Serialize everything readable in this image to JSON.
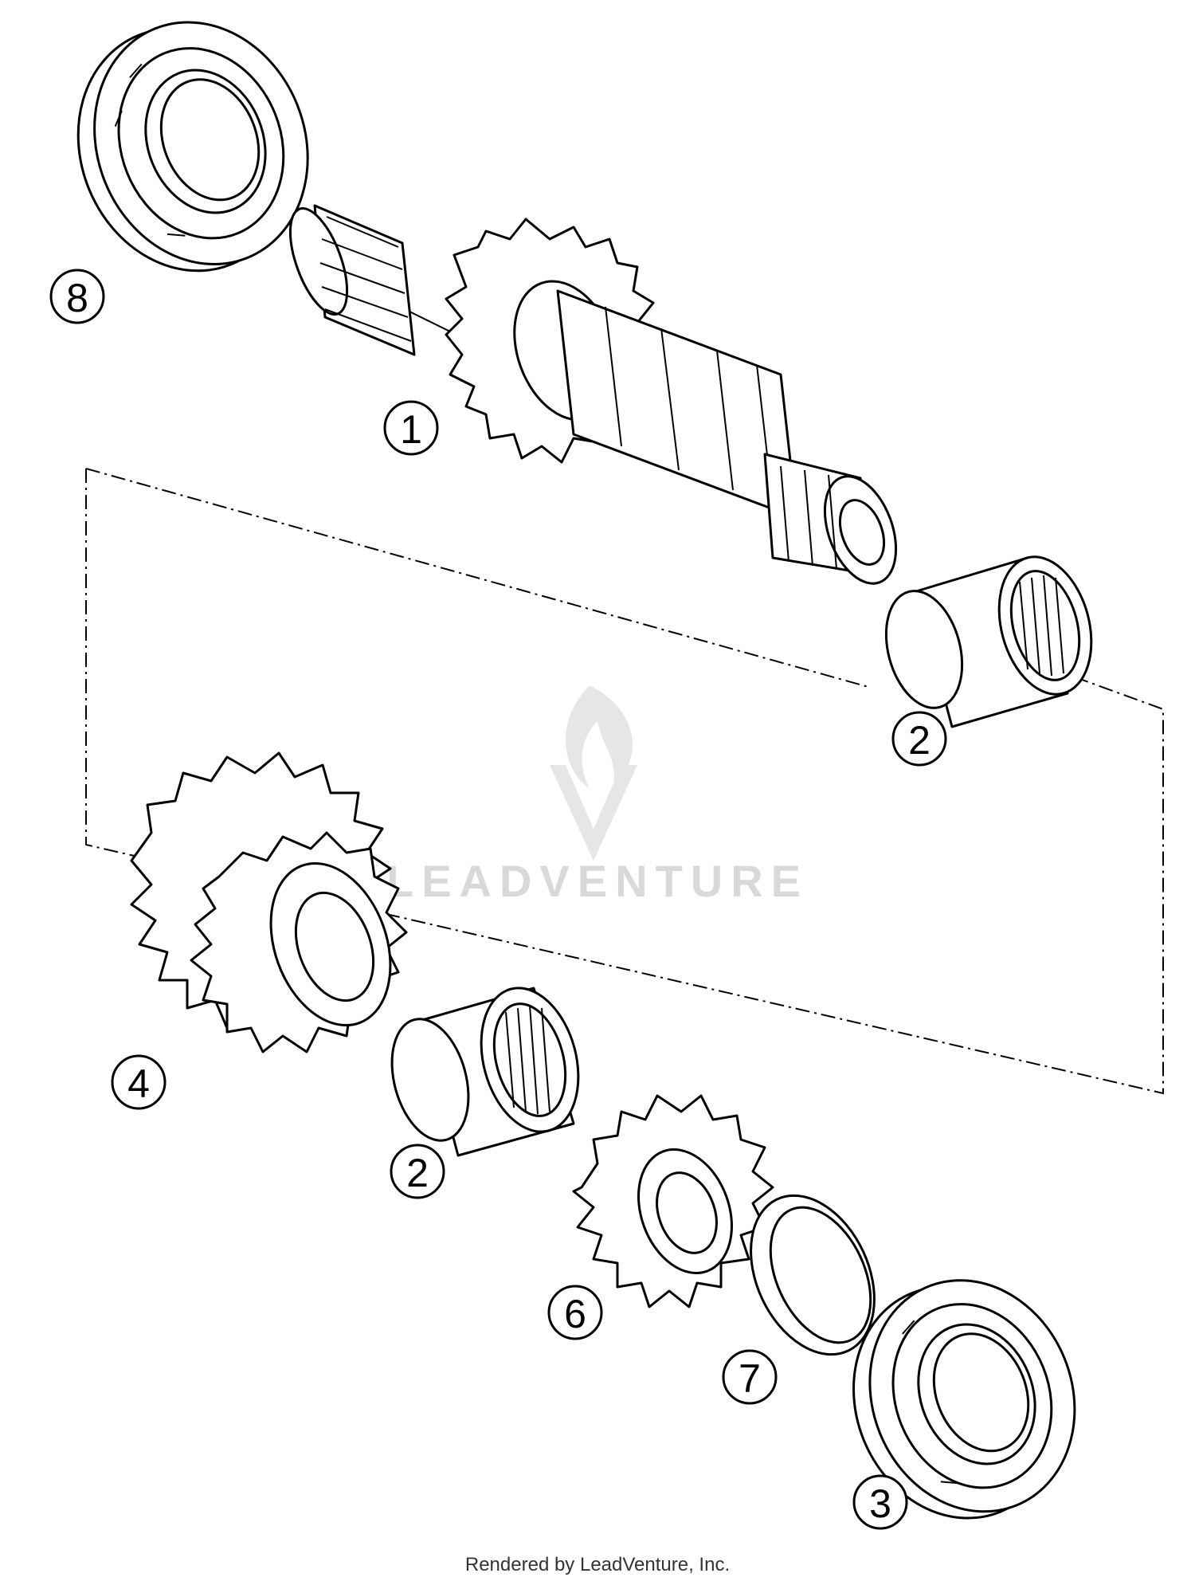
{
  "watermark": {
    "text": "LEADVENTURE"
  },
  "footer": {
    "text": "Rendered by LeadVenture, Inc."
  },
  "callouts": [
    {
      "id": "8",
      "label": "8"
    },
    {
      "id": "1",
      "label": "1"
    },
    {
      "id": "2a",
      "label": "2"
    },
    {
      "id": "4",
      "label": "4"
    },
    {
      "id": "2b",
      "label": "2"
    },
    {
      "id": "6",
      "label": "6"
    },
    {
      "id": "7",
      "label": "7"
    },
    {
      "id": "3",
      "label": "3"
    }
  ]
}
